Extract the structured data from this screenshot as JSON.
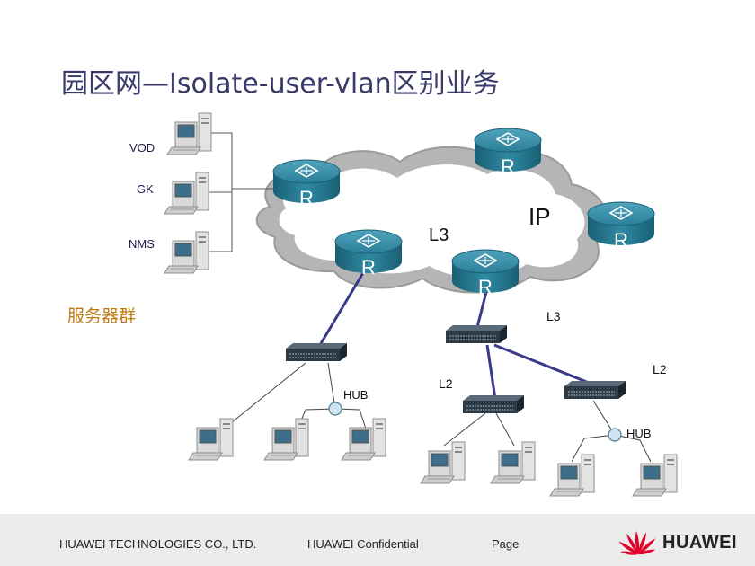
{
  "title": "园区网—Isolate-user-vlan区别业务",
  "labels": {
    "vod": "VOD",
    "gk": "GK",
    "nms": "NMS",
    "server_group": "服务器群",
    "ip": "IP",
    "l3_cloud": "L3",
    "l3_right": "L3",
    "l2_left": "L2",
    "l2_right": "L2",
    "hub_left": "HUB",
    "hub_right": "HUB",
    "router": "R"
  },
  "footer": {
    "company": "HUAWEI TECHNOLOGIES CO., LTD.",
    "confidential": "HUAWEI Confidential",
    "page": "Page",
    "logo_text": "HUAWEI"
  },
  "colors": {
    "title": "#3a3a6a",
    "server_group": "#c07a10",
    "router": "#1f6f86",
    "cloud": "#b5b5b5",
    "link": "#3a3a8a",
    "logo": "#e4002b"
  }
}
